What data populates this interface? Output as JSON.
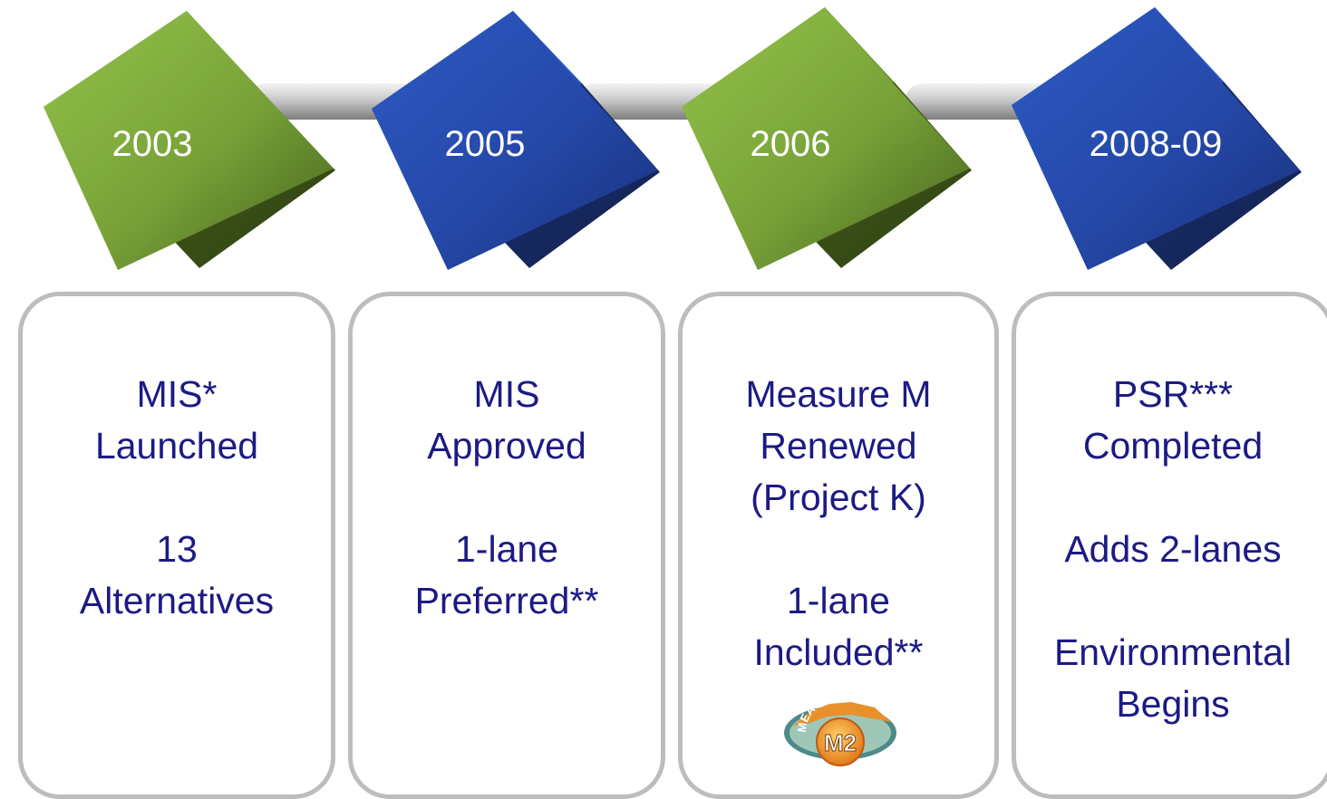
{
  "milestones": [
    {
      "year": "2003",
      "color": "green",
      "lines": [
        "MIS*",
        "Launched",
        "",
        "13",
        "Alternatives"
      ]
    },
    {
      "year": "2005",
      "color": "blue",
      "lines": [
        "MIS",
        "Approved",
        "",
        "1-lane",
        "Preferred**"
      ]
    },
    {
      "year": "2006",
      "color": "green",
      "lines": [
        "Measure M",
        "Renewed",
        "(Project K)",
        "",
        "1-lane",
        "Included**"
      ]
    },
    {
      "year": "2008-09",
      "color": "blue",
      "lines": [
        "PSR***",
        "Completed",
        "",
        "Adds 2-lanes",
        "",
        "Environmental",
        "Begins"
      ]
    }
  ],
  "logo": {
    "arc_text": "MEASURE",
    "badge_text": "M2"
  },
  "colors": {
    "green": "#8fb845",
    "blue": "#2f5fc8",
    "text": "#1c1a84",
    "border": "#bdbdbd"
  }
}
